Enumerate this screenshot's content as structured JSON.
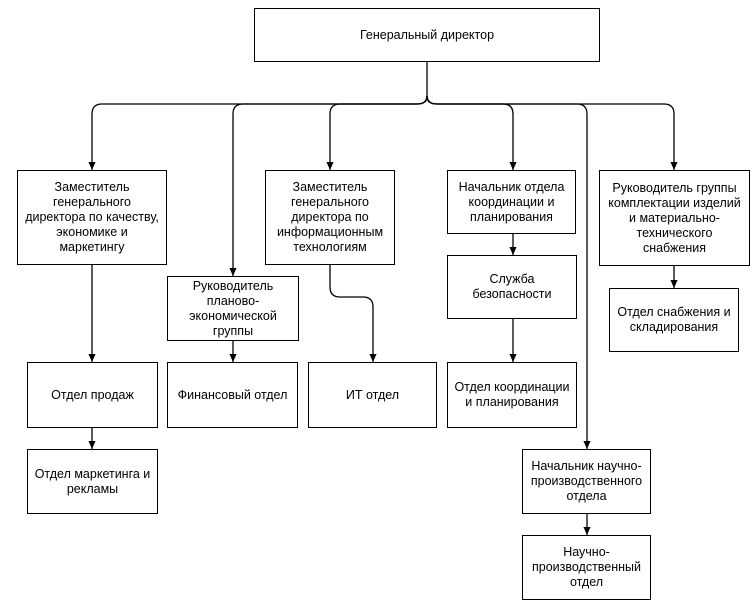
{
  "ceo": "Генеральный директор",
  "deputy_quality": "Заместитель\nгенерального\nдиректора по качеству,\nэкономике и\nмаркетингу",
  "planning_head": "Руководитель\nпланово-\nэкономической\nгруппы",
  "deputy_it": "Заместитель\nгенерального\nдиректора по\nинформационным\nтехнологиям",
  "coordination_head": "Начальник отдела\nкоординации и\nпланирования",
  "security": "Служба\nбезопасности",
  "coordination_dept": "Отдел координации\nи планирования",
  "supply_head": "Руководитель группы\nкомплектации изделий\nи материально-\nтехнического\nснабжения",
  "supply_dept": "Отдел снабжения и\nскладирования",
  "sales_dept": "Отдел продаж",
  "marketing_dept": "Отдел маркетинга и\nрекламы",
  "finance_dept": "Финансовый отдел",
  "it_dept": "ИТ отдел",
  "research_head": "Начальник научно-\nпроизводственного\nотдела",
  "research_dept": "Научно-\nпроизводственный\nотдел",
  "line_color": "#000000"
}
